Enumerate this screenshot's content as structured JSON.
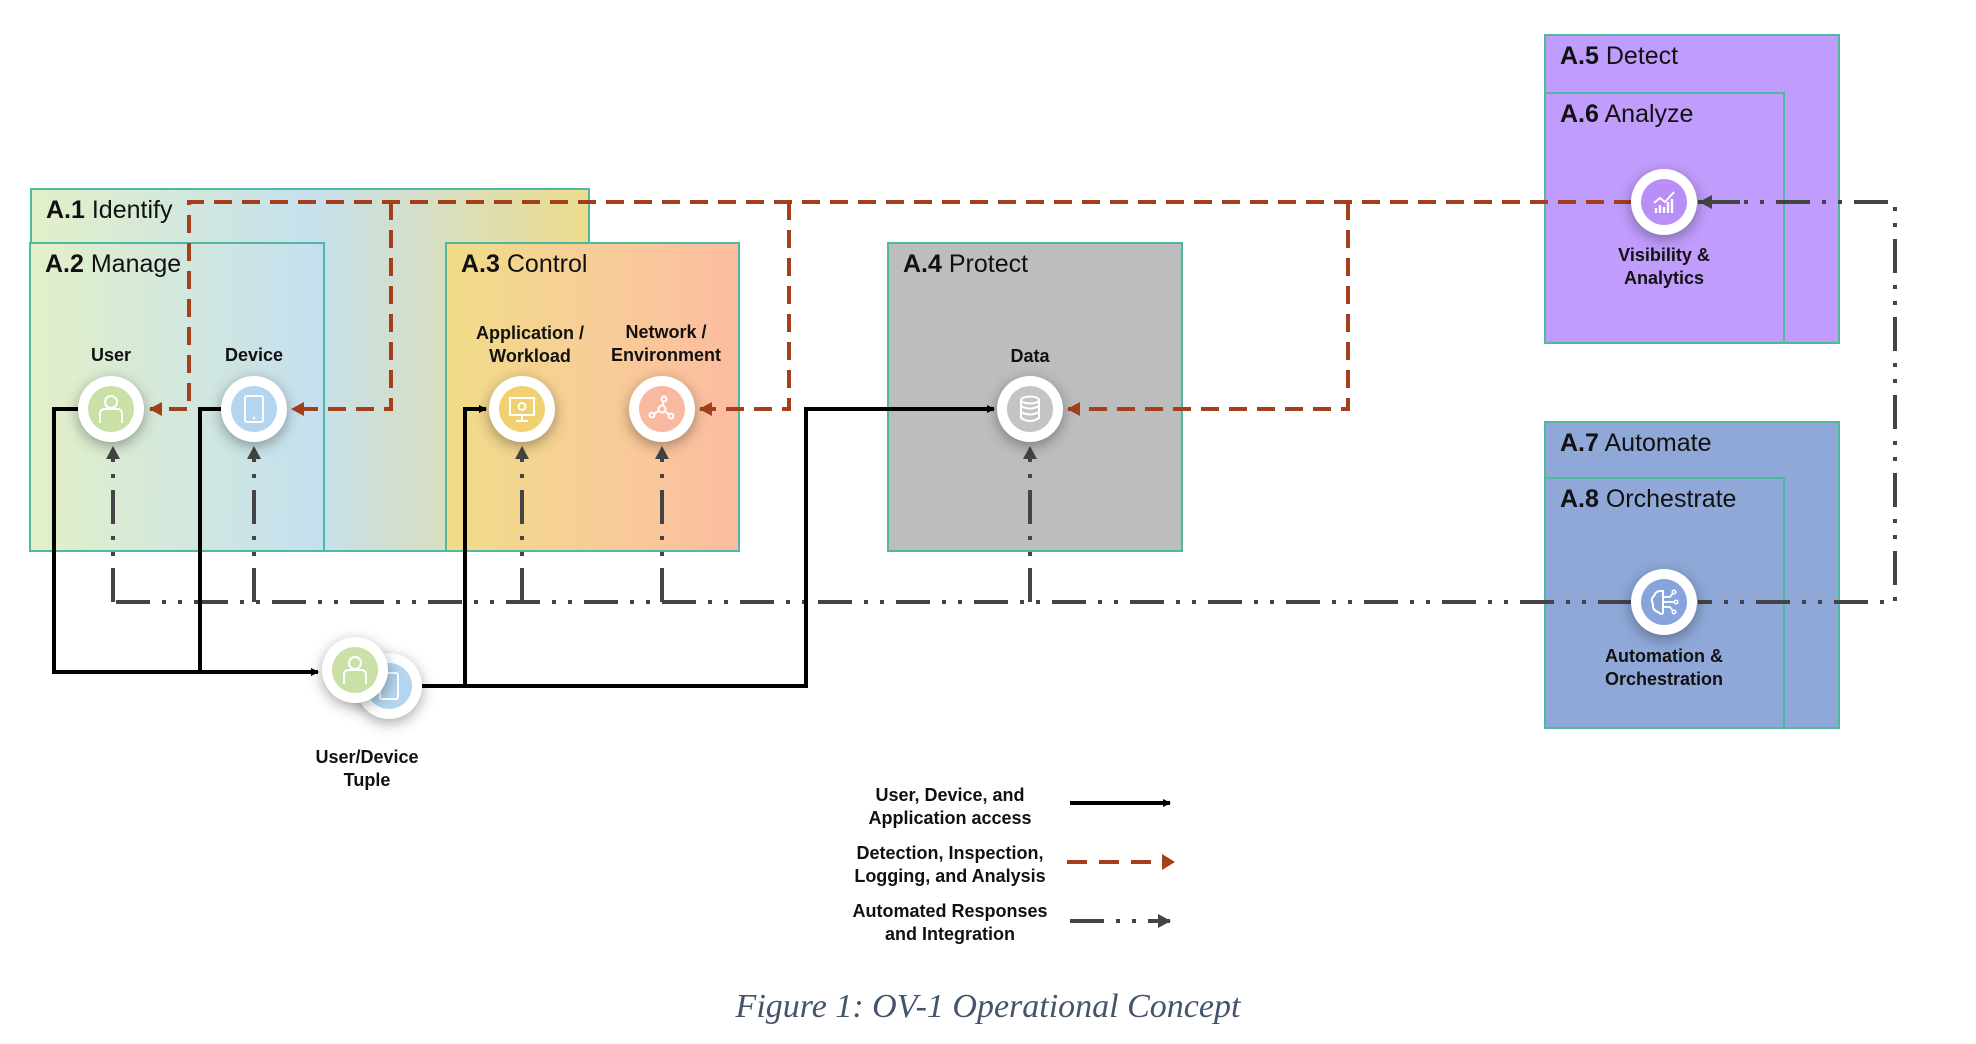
{
  "boxes": {
    "a1": {
      "num": "A.1",
      "name": "Identify"
    },
    "a2": {
      "num": "A.2",
      "name": "Manage"
    },
    "a3": {
      "num": "A.3",
      "name": "Control"
    },
    "a4": {
      "num": "A.4",
      "name": "Protect"
    },
    "a5": {
      "num": "A.5",
      "name": "Detect"
    },
    "a6": {
      "num": "A.6",
      "name": "Analyze"
    },
    "a7": {
      "num": "A.7",
      "name": "Automate"
    },
    "a8": {
      "num": "A.8",
      "name": "Orchestrate"
    }
  },
  "nodes": {
    "user": {
      "label": "User",
      "icon": "user-icon"
    },
    "device": {
      "label": "Device",
      "icon": "tablet-icon"
    },
    "app": {
      "label_line1": "Application /",
      "label_line2": "Workload",
      "icon": "monitor-gear-icon"
    },
    "network": {
      "label_line1": "Network /",
      "label_line2": "Environment",
      "icon": "network-nodes-icon"
    },
    "data": {
      "label": "Data",
      "icon": "database-icon"
    },
    "visibility": {
      "label_line1": "Visibility &",
      "label_line2": "Analytics",
      "icon": "analytics-chart-icon"
    },
    "automation": {
      "label_line1": "Automation &",
      "label_line2": "Orchestration",
      "icon": "brain-circuit-icon"
    },
    "tuple": {
      "label_line1": "User/Device",
      "label_line2": "Tuple",
      "icon": "user-device-icon"
    }
  },
  "legend": [
    {
      "line1": "User, Device, and",
      "line2": "Application access",
      "style": "solid",
      "color": "#000000"
    },
    {
      "line1": "Detection, Inspection,",
      "line2": "Logging, and Analysis",
      "style": "dashed",
      "color": "#a33f1b"
    },
    {
      "line1": "Automated Responses",
      "line2": "and Integration",
      "style": "dash-dot-dot",
      "color": "#444444"
    }
  ],
  "colors": {
    "access": "#000000",
    "detection": "#a33f1b",
    "automation": "#444444",
    "box_border": "#4fb8a0",
    "protect_fill": "#bdbdbd",
    "detect_fill": "#c09cfc",
    "automate_fill": "#8fa8d8"
  },
  "caption": "Figure 1: OV-1 Operational Concept"
}
